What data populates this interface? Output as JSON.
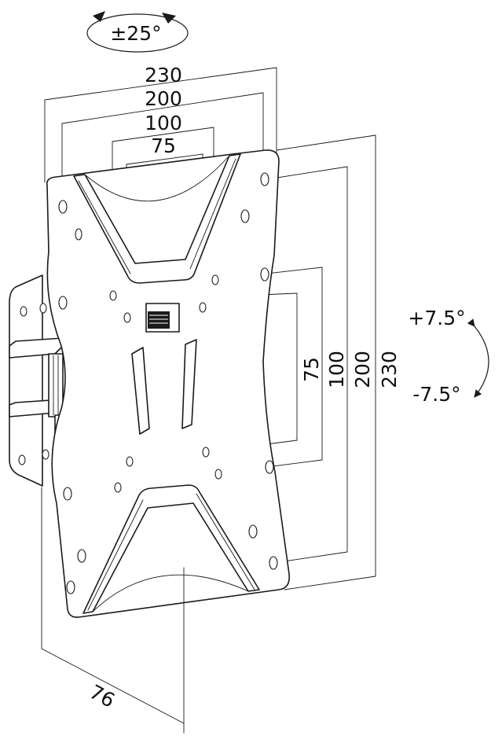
{
  "rotation_label": "±25°",
  "horizontal_dims": [
    "230",
    "200",
    "100",
    "75"
  ],
  "vertical_dims": [
    "75",
    "100",
    "200",
    "230"
  ],
  "tilt_up_label": "+7.5°",
  "tilt_down_label": "-7.5°",
  "depth_label": "76"
}
